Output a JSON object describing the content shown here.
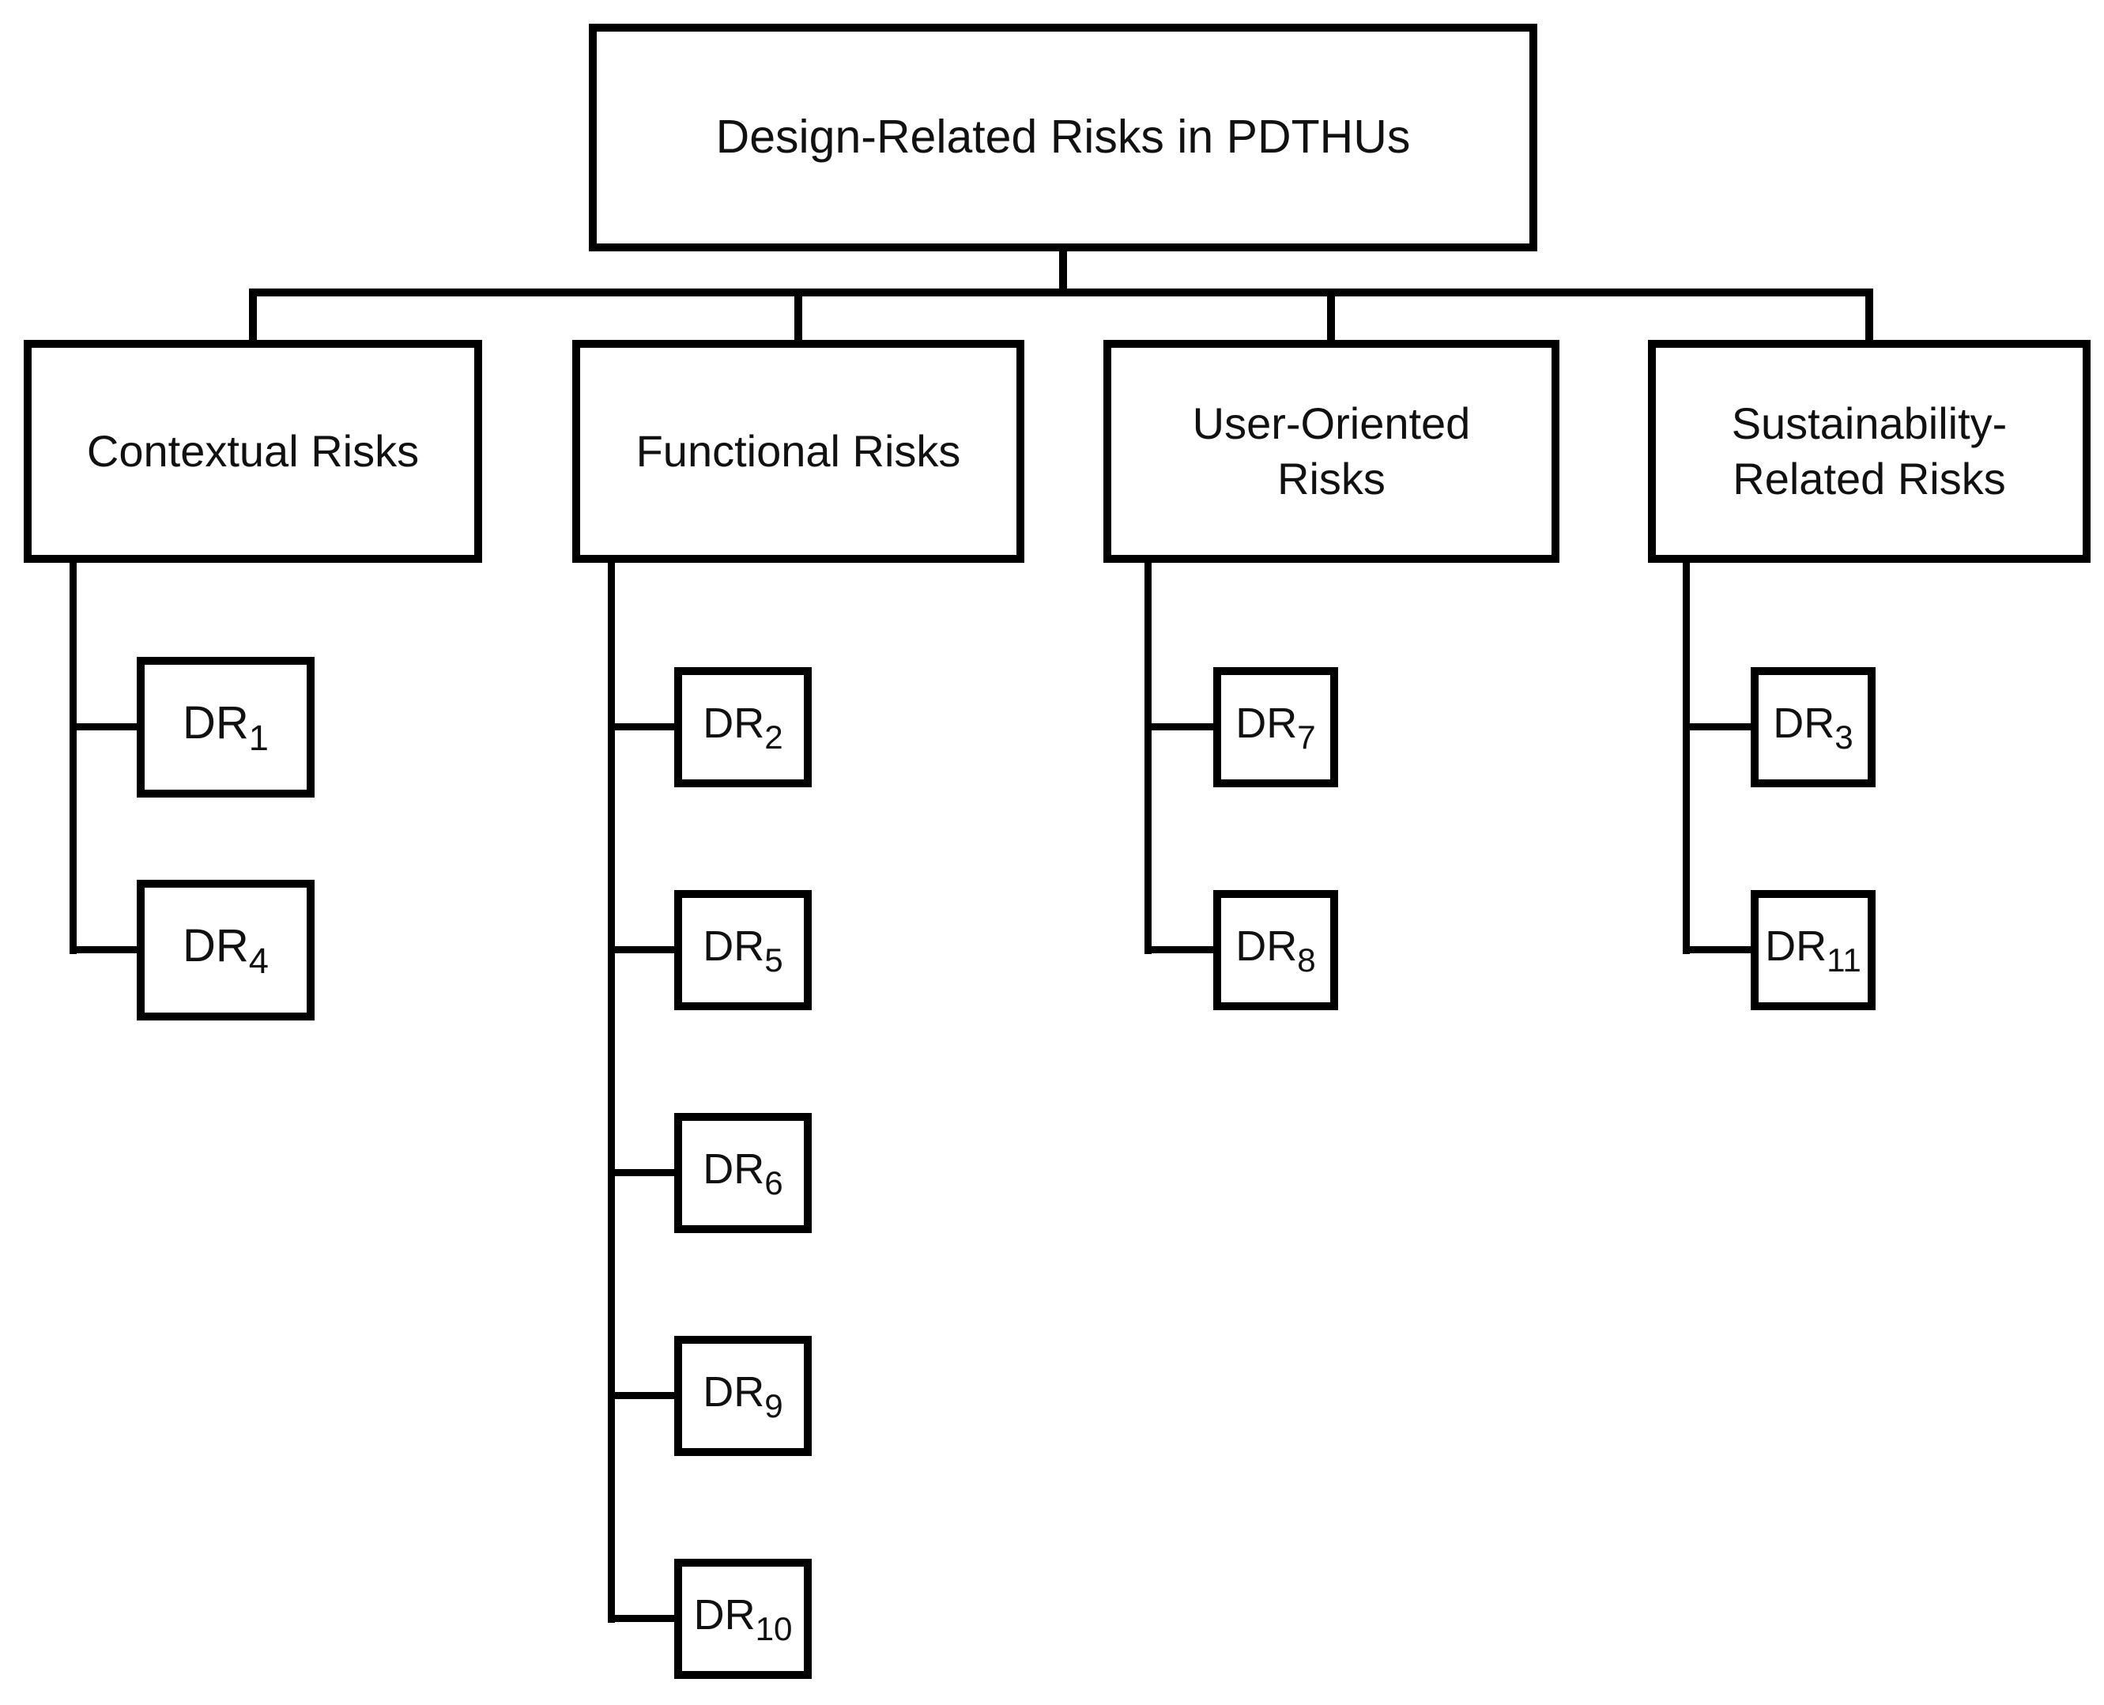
{
  "diagram": {
    "title": {
      "label": "Design-Related Risks in PDTHUs"
    },
    "categories": [
      {
        "label": "Contextual Risks",
        "children": [
          {
            "base": "DR",
            "sub": "1"
          },
          {
            "base": "DR",
            "sub": "4"
          }
        ]
      },
      {
        "label": "Functional Risks",
        "children": [
          {
            "base": "DR",
            "sub": "2"
          },
          {
            "base": "DR",
            "sub": "5"
          },
          {
            "base": "DR",
            "sub": "6"
          },
          {
            "base": "DR",
            "sub": "9"
          },
          {
            "base": "DR",
            "sub": "10"
          }
        ]
      },
      {
        "label": "User-Oriented Risks",
        "children": [
          {
            "base": "DR",
            "sub": "7"
          },
          {
            "base": "DR",
            "sub": "8"
          }
        ]
      },
      {
        "label": "Sustainability-Related Risks",
        "children": [
          {
            "base": "DR",
            "sub": "3"
          },
          {
            "base": "DR",
            "sub": "11"
          }
        ]
      }
    ],
    "colors": {
      "line": "#000000",
      "background": "#ffffff",
      "text": "#111111"
    }
  }
}
